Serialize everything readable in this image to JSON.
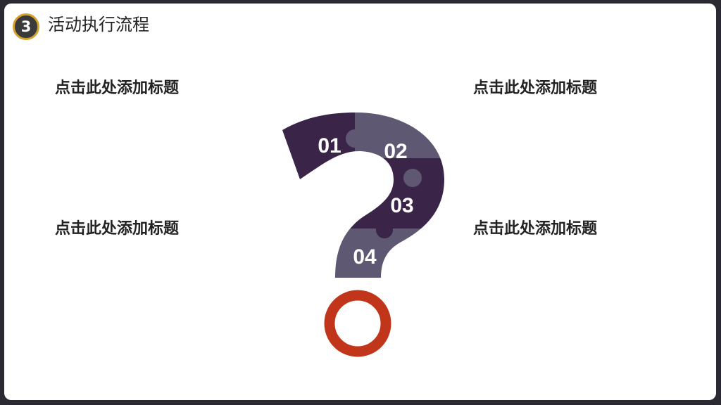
{
  "header": {
    "number": "3",
    "title": "活动执行流程"
  },
  "items": [
    {
      "title": "点击此处添加标题"
    },
    {
      "title": "点击此处添加标题"
    },
    {
      "title": "点击此处添加标题"
    },
    {
      "title": "点击此处添加标题"
    }
  ],
  "puzzle": {
    "labels": [
      "01",
      "02",
      "03",
      "04"
    ],
    "colors": {
      "dark": "#3a2448",
      "light": "#5e5872",
      "ring": "#c1351a"
    }
  }
}
